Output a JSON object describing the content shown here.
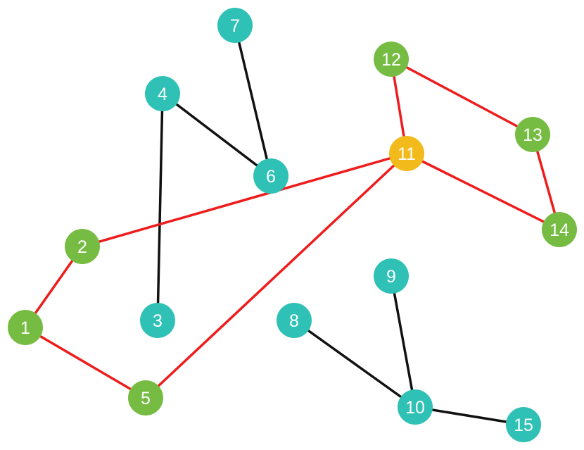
{
  "colors": {
    "green": "#76BC43",
    "teal": "#2FC1B5",
    "yellow": "#F3BA1B",
    "red": "#EE1C1C",
    "black": "#111111"
  },
  "nodes": [
    {
      "id": "1",
      "label": "1",
      "color": "green"
    },
    {
      "id": "2",
      "label": "2",
      "color": "green"
    },
    {
      "id": "3",
      "label": "3",
      "color": "teal"
    },
    {
      "id": "4",
      "label": "4",
      "color": "teal"
    },
    {
      "id": "5",
      "label": "5",
      "color": "green"
    },
    {
      "id": "6",
      "label": "6",
      "color": "teal"
    },
    {
      "id": "7",
      "label": "7",
      "color": "teal"
    },
    {
      "id": "8",
      "label": "8",
      "color": "teal"
    },
    {
      "id": "9",
      "label": "9",
      "color": "teal"
    },
    {
      "id": "10",
      "label": "10",
      "color": "teal"
    },
    {
      "id": "11",
      "label": "11",
      "color": "yellow"
    },
    {
      "id": "12",
      "label": "12",
      "color": "green"
    },
    {
      "id": "13",
      "label": "13",
      "color": "green"
    },
    {
      "id": "14",
      "label": "14",
      "color": "green"
    },
    {
      "id": "15",
      "label": "15",
      "color": "teal"
    }
  ],
  "edges": [
    {
      "from": "7",
      "to": "6",
      "color": "black"
    },
    {
      "from": "4",
      "to": "6",
      "color": "black"
    },
    {
      "from": "4",
      "to": "3",
      "color": "black"
    },
    {
      "from": "2",
      "to": "11",
      "color": "red"
    },
    {
      "from": "5",
      "to": "11",
      "color": "red"
    },
    {
      "from": "2",
      "to": "1",
      "color": "red"
    },
    {
      "from": "1",
      "to": "5",
      "color": "red"
    },
    {
      "from": "12",
      "to": "11",
      "color": "red"
    },
    {
      "from": "12",
      "to": "13",
      "color": "red"
    },
    {
      "from": "13",
      "to": "14",
      "color": "red"
    },
    {
      "from": "11",
      "to": "14",
      "color": "red"
    },
    {
      "from": "8",
      "to": "10",
      "color": "black"
    },
    {
      "from": "9",
      "to": "10",
      "color": "black"
    },
    {
      "from": "10",
      "to": "15",
      "color": "black"
    }
  ]
}
